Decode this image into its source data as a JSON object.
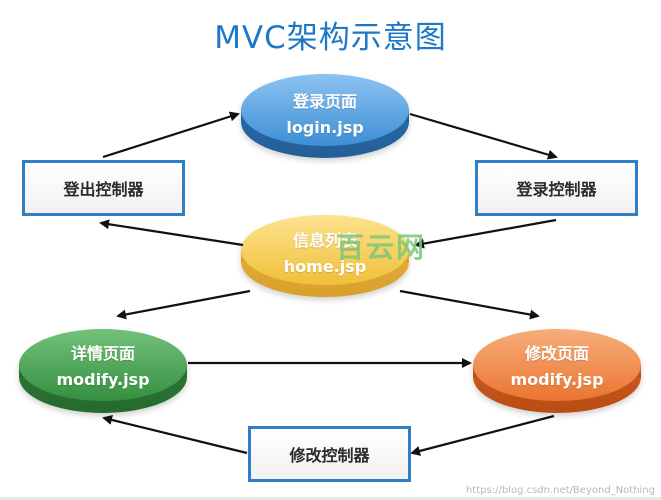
{
  "title": "MVC架构示意图",
  "nodes": {
    "login": {
      "line1": "登录页面",
      "line2": "login.jsp",
      "color": "#4f9ee0"
    },
    "home": {
      "line1": "信息列表",
      "line2": "home.jsp",
      "color": "#f3c84a"
    },
    "detail": {
      "line1": "详情页面",
      "line2": "modify.jsp",
      "color": "#3f9e4a"
    },
    "modify": {
      "line1": "修改页面",
      "line2": "modify.jsp",
      "color": "#ee7c34"
    }
  },
  "controllers": {
    "logout": "登出控制器",
    "login": "登录控制器",
    "modify": "修改控制器"
  },
  "watermark": "百云网",
  "credit": "https://blog.csdn.net/Beyond_Nothing",
  "border_color": "#2e7fc6"
}
